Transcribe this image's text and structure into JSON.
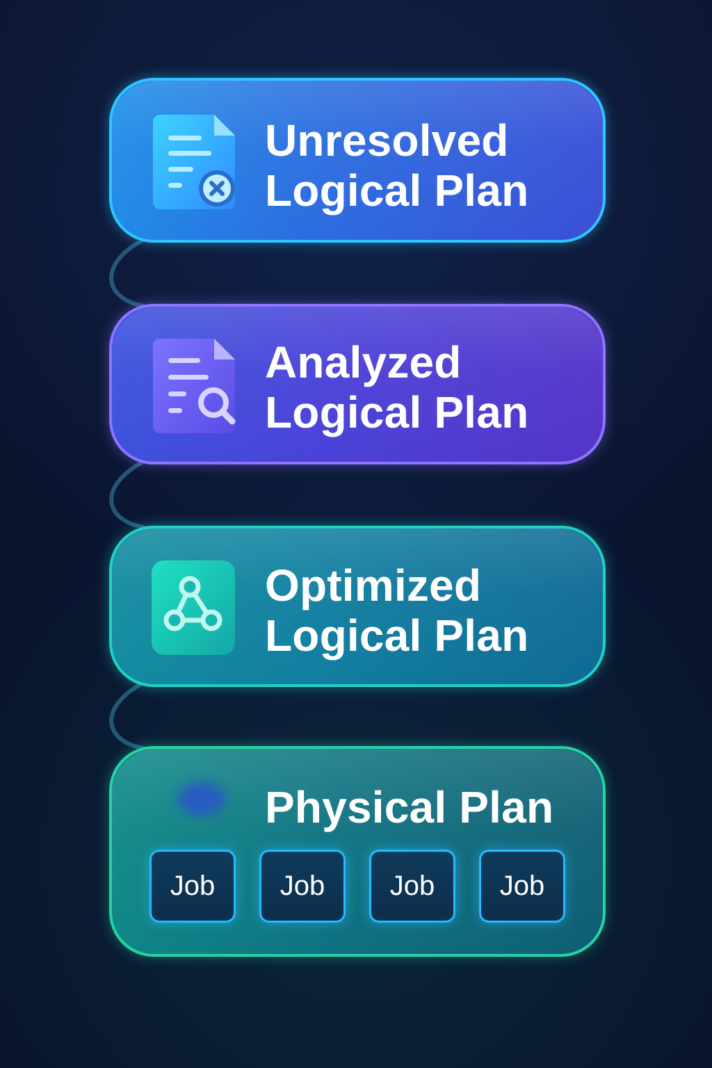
{
  "colors": {
    "background": "#0b1630",
    "stage_1": "#2fc5ff",
    "stage_2": "#8e74ff",
    "stage_3": "#20d1c6",
    "stage_4": "#27d3a2",
    "job_border": "#27b9ff"
  },
  "stages": [
    {
      "title_line_1": "Unresolved",
      "title_line_2": "Logical Plan",
      "icon": "document-error-icon"
    },
    {
      "title_line_1": "Analyzed",
      "title_line_2": "Logical Plan",
      "icon": "document-search-icon"
    },
    {
      "title_line_1": "Optimized",
      "title_line_2": "Logical Plan",
      "icon": "graph-icon"
    },
    {
      "title_line_1": "Physical Plan",
      "icon": "blurred-icon",
      "jobs": [
        "Job",
        "Job",
        "Job",
        "Job"
      ]
    }
  ]
}
